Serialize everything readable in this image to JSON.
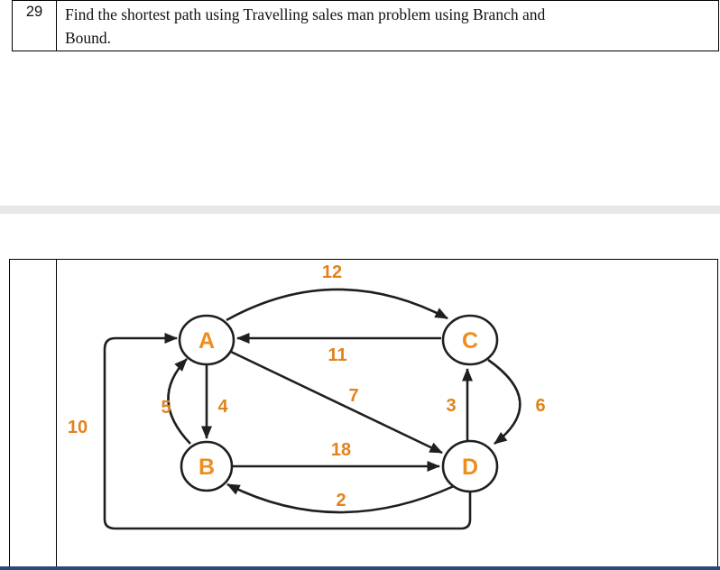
{
  "document": {
    "question_row": {
      "number": "29",
      "lines": [
        "Find the shortest path using Travelling sales man problem using Branch and",
        "Bound."
      ]
    }
  },
  "colors": {
    "accent_orange": "#E1821C",
    "node_letter_orange": "#EE8D1E",
    "line_black": "#1F1F1F",
    "separator_gray": "#E7E7E7",
    "bottom_bar_navy": "#2C4878"
  },
  "graph": {
    "nodes": [
      {
        "label": "A"
      },
      {
        "label": "B"
      },
      {
        "label": "C"
      },
      {
        "label": "D"
      }
    ],
    "edges": [
      {
        "from": "A",
        "to": "C",
        "weight": "12"
      },
      {
        "from": "C",
        "to": "A",
        "weight": "11"
      },
      {
        "from": "A",
        "to": "B",
        "weight": "4"
      },
      {
        "from": "B",
        "to": "A",
        "weight": "5"
      },
      {
        "from": "A",
        "to": "D",
        "weight": "7"
      },
      {
        "from": "B",
        "to": "D",
        "weight": "18"
      },
      {
        "from": "D",
        "to": "B",
        "weight": "2"
      },
      {
        "from": "D",
        "to": "C",
        "weight": "3"
      },
      {
        "from": "C",
        "to": "D",
        "weight": "6"
      },
      {
        "from": "D",
        "to": "A",
        "weight": "10"
      }
    ]
  }
}
